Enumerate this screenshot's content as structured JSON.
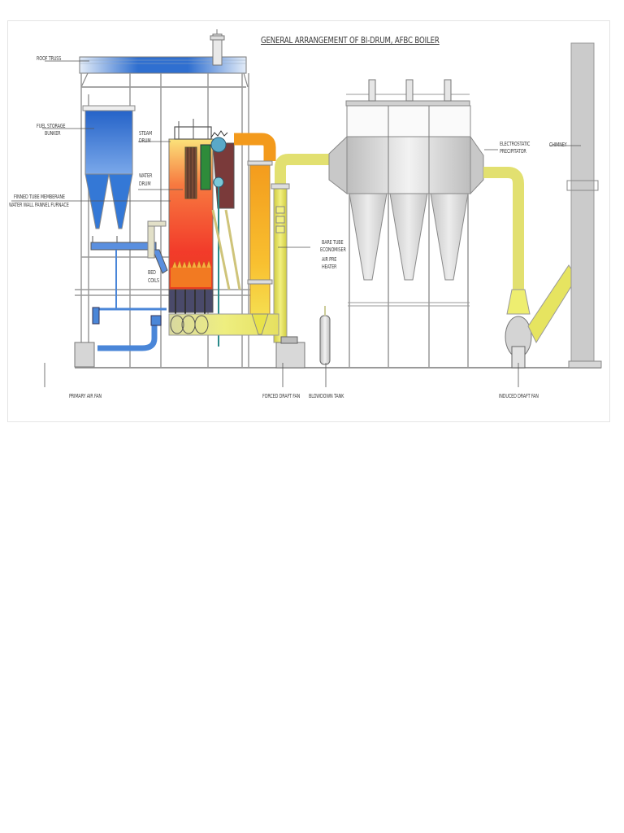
{
  "diagram": {
    "title": "GENERAL ARRANGEMENT OF BI-DRUM, AFBC BOILER",
    "labels": {
      "roof_truss": "ROOF TRUSS",
      "fuel_storage_bunker_1": "FUEL STORAGE",
      "fuel_storage_bunker_2": "BUNKER",
      "steam_drum_1": "STEAM",
      "steam_drum_2": "DRUM",
      "water_drum_1": "WATER",
      "water_drum_2": "DRUM",
      "furnace_1": "FINNED TUBE MEMBERANE",
      "furnace_2": "WATER WALL PANNEL FURNACE",
      "bed_coils_1": "BED",
      "bed_coils_2": "COILS",
      "economiser_1": "BARE TUBE",
      "economiser_2": "ECONOMISER",
      "air_preheater_1": "AIR PRE",
      "air_preheater_2": "HEATER",
      "esp_1": "ELECTROSTATIC",
      "esp_2": "PRECIPITATOR",
      "chimney": "CHIMNEY",
      "primary_air_fan": "PRIMARY AIR FAN",
      "forced_draft_fan": "FORCED DRAFT FAN",
      "blowdown_tank": "BLOWDOWN TANK",
      "induced_draft_fan": "INDUCED DRAFT FAN"
    },
    "colors": {
      "fuel_blue": "#2f6fd0",
      "furnace_red": "#f0402a",
      "furnace_orange": "#f7a020",
      "flue_yellow": "#e8e060",
      "steel_grey": "#c8c8c8",
      "line_grey": "#8a8a8a",
      "superheater_green": "#2e8b3a"
    }
  }
}
